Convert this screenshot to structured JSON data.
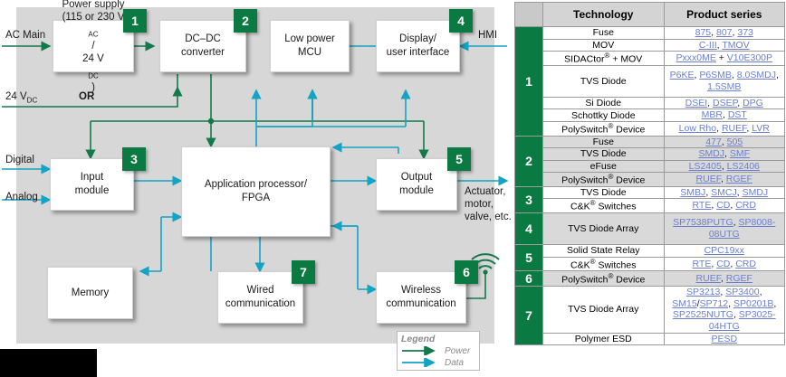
{
  "diagram": {
    "blocks": [
      {
        "id": "power-supply",
        "label": "Power supply (115 or 230 VAC/ 24 VDC)",
        "line1": "Power supply",
        "badge": "1"
      },
      {
        "id": "dcdc",
        "line1": "DC–DC",
        "line2": "converter",
        "badge": "2"
      },
      {
        "id": "low-power-mcu",
        "line1": "Low power",
        "line2": "MCU",
        "badge": ""
      },
      {
        "id": "display-ui",
        "line1": "Display/",
        "line2": "user interface",
        "badge": "4"
      },
      {
        "id": "input-module",
        "line1": "Input",
        "line2": "module",
        "badge": "3"
      },
      {
        "id": "app-processor",
        "line1": "Application processor/",
        "line2": "FPGA",
        "badge": ""
      },
      {
        "id": "output-module",
        "line1": "Output",
        "line2": "module",
        "badge": "5"
      },
      {
        "id": "memory",
        "line1": "Memory",
        "line2": "",
        "badge": ""
      },
      {
        "id": "wired-comm",
        "line1": "Wired",
        "line2": "communication",
        "badge": "7"
      },
      {
        "id": "wireless-comm",
        "line1": "Wireless",
        "line2": "communication",
        "badge": "6"
      }
    ],
    "labels": {
      "ac_main": "AC Main",
      "v24dc_pre": "24 V",
      "v24dc_sub": "DC",
      "or": "OR",
      "digital": "Digital",
      "analog": "Analog",
      "hmi": "HMI",
      "actuator": "Actuator, motor, valve, etc."
    },
    "power_supply_text": {
      "l1": "Power supply",
      "l2a": "(115 or 230 V",
      "l2sub": "AC",
      "l2b": "/",
      "l3a": "24 V",
      "l3sub": "DC",
      "l3b": ")"
    },
    "legend": {
      "title": "Legend",
      "power": "Power",
      "data": "Data"
    },
    "colors": {
      "power": "#13794a",
      "data": "#13a3c4",
      "badge": "#0a7a42",
      "panel": "#d7d7d7"
    }
  },
  "table": {
    "headers": {
      "corner": "",
      "technology": "Technology",
      "product_series": "Product series"
    },
    "groups": [
      {
        "number": "1",
        "shade": "norm",
        "rows": [
          {
            "technology": "Fuse",
            "series": [
              "875",
              "807",
              "373"
            ],
            "sep": ", ",
            "raw": "875, 807, 373"
          },
          {
            "technology": "MOV",
            "series": [
              "C-III",
              "TMOV"
            ],
            "sep": ", ",
            "raw": "C-III, TMOV"
          },
          {
            "technology": "SIDACtor® + MOV",
            "series": [
              "Pxxx0ME",
              "V10E300P"
            ],
            "sep": " + ",
            "raw": "Pxxx0ME + V10E300P"
          },
          {
            "technology": "TVS Diode",
            "series": [
              "P6KE",
              "P6SMB",
              "8.0SMDJ",
              "1.5SMB"
            ],
            "sep": ", ",
            "raw": "P6KE, P6SMB, 8.0SMDJ, 1.5SMB",
            "tall": true
          },
          {
            "technology": "Si Diode",
            "series": [
              "DSEI",
              "DSEP",
              "DPG"
            ],
            "sep": ", ",
            "raw": "DSEI, DSEP, DPG"
          },
          {
            "technology": "Schottky Diode",
            "series": [
              "MBR",
              "DST"
            ],
            "sep": ", ",
            "raw": "MBR, DST"
          },
          {
            "technology": "PolySwitch® Device",
            "series": [
              "Low Rho",
              "RUEF",
              "LVR"
            ],
            "sep": ", ",
            "raw": "Low Rho, RUEF, LVR"
          }
        ]
      },
      {
        "number": "2",
        "shade": "alt",
        "rows": [
          {
            "technology": "Fuse",
            "series": [
              "477",
              "505"
            ],
            "sep": ", ",
            "raw": "477, 505"
          },
          {
            "technology": "TVS Diode",
            "series": [
              "SMDJ",
              "SMF"
            ],
            "sep": ", ",
            "raw": "SMDJ, SMF"
          },
          {
            "technology": "eFuse",
            "series": [
              "LS2405",
              "LS2406"
            ],
            "sep": ", ",
            "raw": "LS2405, LS2406"
          },
          {
            "technology": "PolySwitch® Device",
            "series": [
              "RUEF",
              "RGEF"
            ],
            "sep": ", ",
            "raw": "RUEF, RGEF"
          }
        ]
      },
      {
        "number": "3",
        "shade": "norm",
        "rows": [
          {
            "technology": "TVS Diode",
            "series": [
              "SMBJ",
              "SMCJ",
              "SMDJ"
            ],
            "sep": ", ",
            "raw": "SMBJ, SMCJ, SMDJ"
          },
          {
            "technology": "C&K® Switches",
            "series": [
              "RTE",
              "CD",
              "CRD"
            ],
            "sep": ", ",
            "raw": "RTE, CD, CRD"
          }
        ]
      },
      {
        "number": "4",
        "shade": "alt",
        "rows": [
          {
            "technology": "TVS Diode Array",
            "series": [
              "SP7538PUTG",
              "SP8008-08UTG"
            ],
            "sep": ", ",
            "raw": "SP7538PUTG, SP8008-08UTG",
            "tall": true
          }
        ]
      },
      {
        "number": "5",
        "shade": "norm",
        "rows": [
          {
            "technology": "Solid State Relay",
            "series": [
              "CPC19xx"
            ],
            "sep": ", ",
            "raw": "CPC19xx"
          },
          {
            "technology": "C&K® Switches",
            "series": [
              "RTE",
              "CD",
              "CRD"
            ],
            "sep": ", ",
            "raw": "RTE, CD, CRD"
          }
        ]
      },
      {
        "number": "6",
        "shade": "alt",
        "rows": [
          {
            "technology": "PolySwitch® Device",
            "series": [
              "RUEF",
              "RGEF"
            ],
            "sep": ", ",
            "raw": "RUEF, RGEF"
          }
        ]
      },
      {
        "number": "7",
        "shade": "norm",
        "rows": [
          {
            "technology": "TVS Diode Array",
            "series": [
              "SP3213",
              "SP3400",
              "SM15",
              "SP712",
              "SP0201B",
              "SP2525NUTG",
              "SP3025-04HTG"
            ],
            "sep": ", ",
            "raw": "SP3213, SP3400, SM15/SP712, SP0201B, SP2525NUTG, SP3025-04HTG",
            "tall": true
          },
          {
            "technology": "Polymer ESD",
            "series": [
              "PESD"
            ],
            "sep": ", ",
            "raw": "PESD"
          }
        ]
      }
    ]
  }
}
